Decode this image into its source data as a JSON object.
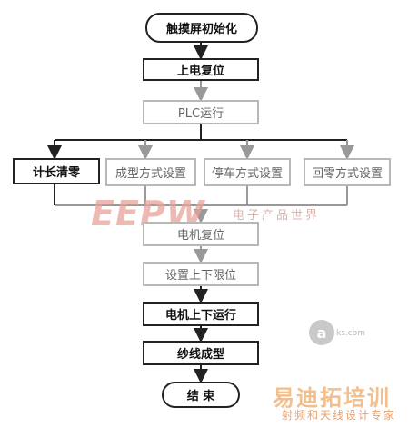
{
  "nodes": {
    "init": "触摸屏初始化",
    "power_reset": "上电复位",
    "plc_run": "PLC运行",
    "count_reset": "计长清零",
    "form_mode": "成型方式设置",
    "stop_mode": "停车方式设置",
    "return_mode": "回零方式设置",
    "motor_reset": "电机复位",
    "set_limits": "设置上下限位",
    "motor_run": "电机上下运行",
    "yarn_form": "纱线成型",
    "end": "结 束"
  },
  "watermarks": {
    "eepw": "EEPW",
    "eepw_sub": "电子产品世界",
    "logo_mark": "a",
    "logo_text": "ks.com",
    "brand": "易迪拓培训",
    "brand_sub": "射频和天线设计专家"
  },
  "colors": {
    "line": "#222222",
    "grey_line": "#b8b8b8",
    "watermark": "#e9a29a"
  }
}
